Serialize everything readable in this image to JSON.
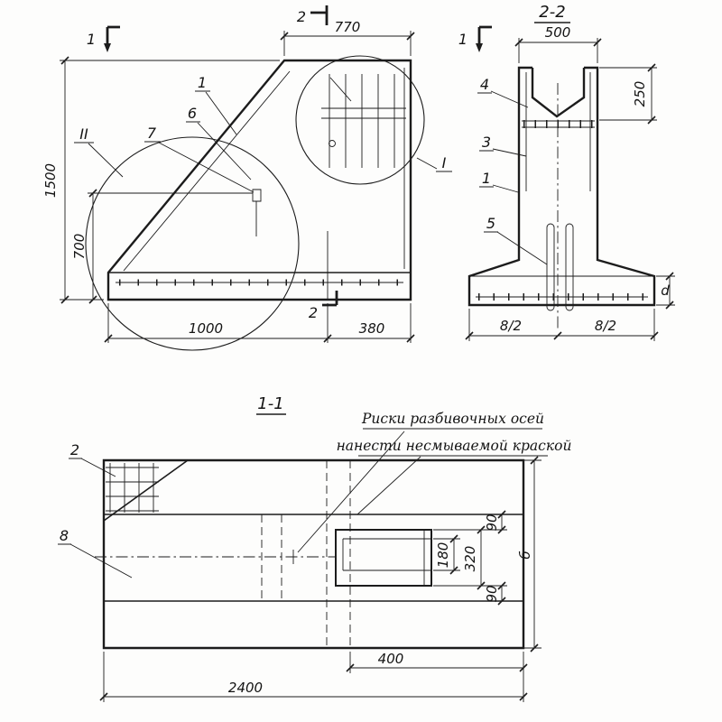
{
  "view1": {
    "cut1": "1",
    "cut2_top": "2",
    "cut2_bottom": "2",
    "dim_770": "770",
    "dim_1500": "1500",
    "dim_700": "700",
    "dim_1000": "1000",
    "dim_380": "380",
    "pos1": "1",
    "pos6": "6",
    "pos7": "7",
    "detail_left": "II",
    "detail_right": "I"
  },
  "section22": {
    "title": "2-2",
    "cut1": "1",
    "dim_500": "500",
    "dim_250": "250",
    "dim_d": "d",
    "dim_half_left": "8/2",
    "dim_half_right": "8/2",
    "pos4": "4",
    "pos3": "3",
    "pos1": "1",
    "pos5": "5"
  },
  "section11": {
    "title": "1-1",
    "note_line1": "Риски разбивочных осей",
    "note_line2": "нанести несмываемой краской",
    "dim_2400": "2400",
    "dim_400": "400",
    "dim_180": "180",
    "dim_320": "320",
    "dim_90_top": "90",
    "dim_90_bottom": "90",
    "dim_b": "б",
    "pos2": "2",
    "pos8": "8"
  }
}
